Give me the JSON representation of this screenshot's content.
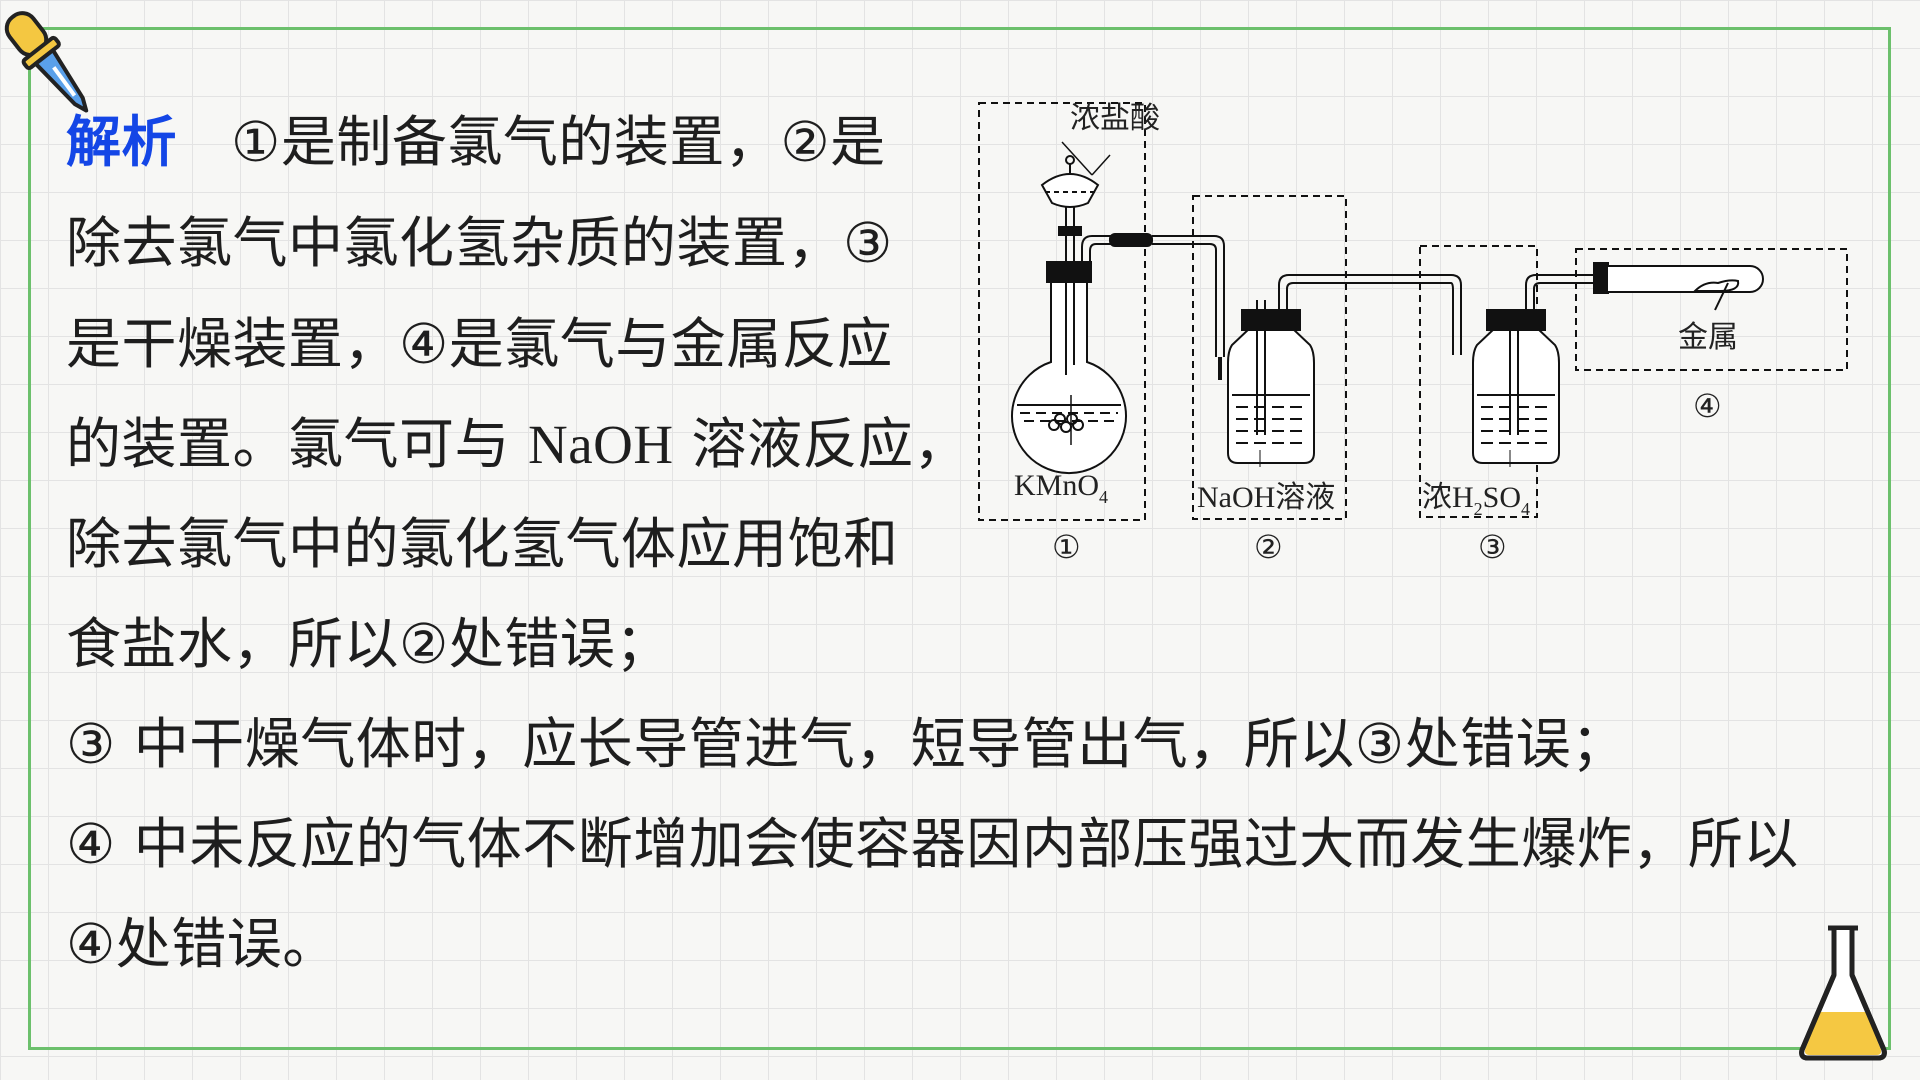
{
  "heading": "解析",
  "lines": [
    "①是制备氯气的装置，②是",
    "除去氯气中氯化氢杂质的装置，③",
    "是干燥装置，④是氯气与金属反应",
    [
      "的装置。氯气可与 ",
      "NaOH",
      " 溶液反应，"
    ],
    "除去氯气中的氯化氢气体应用饱和",
    "食盐水，所以②处错误；",
    "③ 中干燥气体时，应长导管进气，短导管出气，所以③处错误；",
    "④ 中未反应的气体不断增加会使容器因内部压强过大而发生爆炸，所以",
    "④处错误。"
  ],
  "diagram": {
    "acid_label": "浓盐酸",
    "kmno4": {
      "main": "KMnO",
      "sub": "4"
    },
    "naoh_label": "NaOH溶液",
    "h2so4": {
      "pre": "浓H",
      "sub1": "2",
      "mid": "SO",
      "sub2": "4"
    },
    "metal_label": "金属",
    "num1": "①",
    "num2": "②",
    "num3": "③",
    "num4": "④"
  },
  "colors": {
    "heading": "#1446e6",
    "frame": "#6cc06c",
    "flask_liquid": "#f5c842"
  }
}
